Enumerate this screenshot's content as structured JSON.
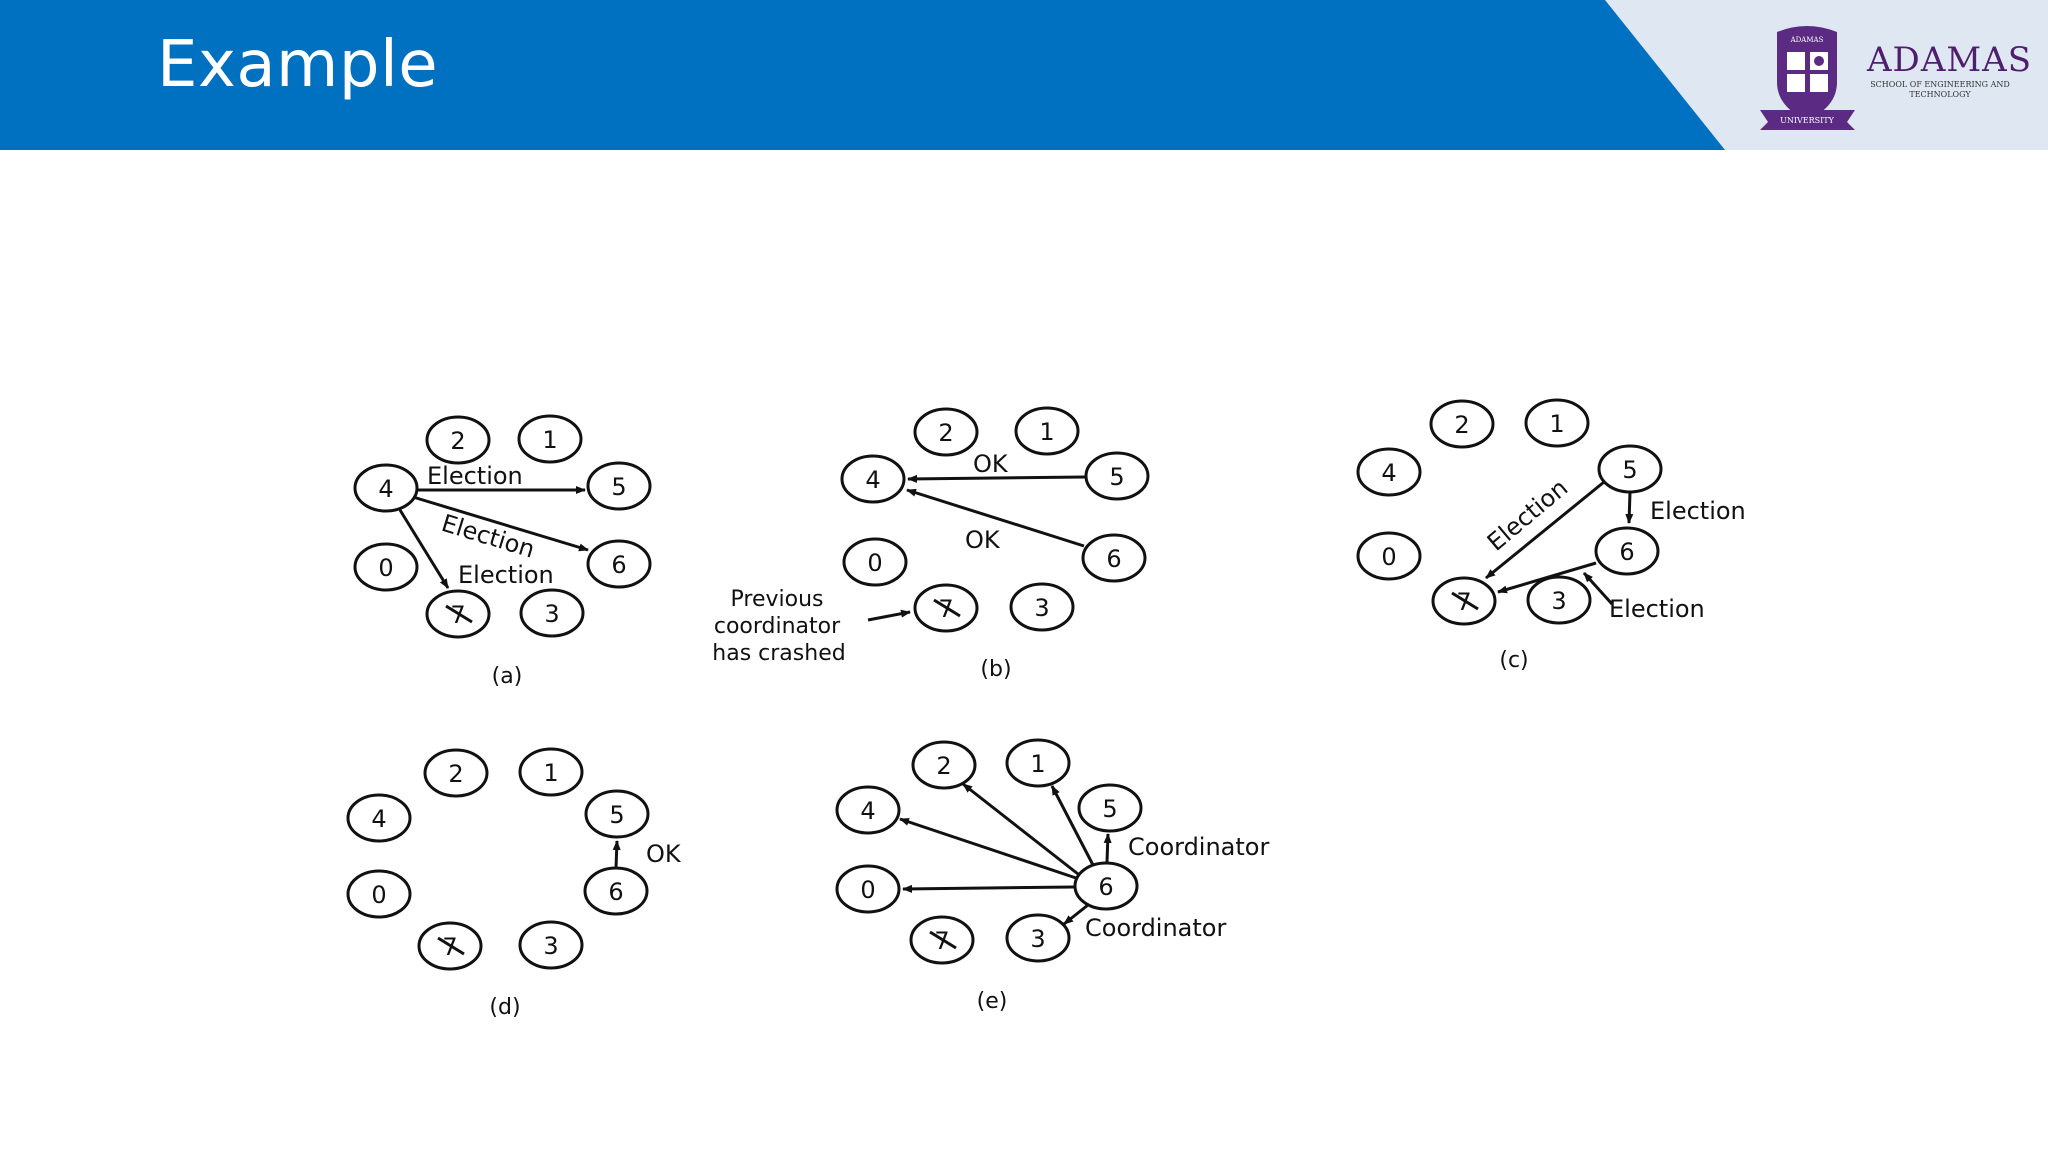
{
  "slide": {
    "title": "Example"
  },
  "logo": {
    "name": "ADAMAS",
    "subtitle": "SCHOOL OF ENGINEERING AND TECHNOLOGY",
    "crest_top_text": "ADAMAS",
    "crest_ribbon_text": "UNIVERSITY"
  },
  "colors": {
    "header_blue": "#0070c0",
    "header_light": "#dfe7f2",
    "logo_purple": "#5b2a82"
  },
  "diagram": {
    "nodes": [
      "2",
      "1",
      "4",
      "5",
      "0",
      "6",
      "7",
      "3"
    ],
    "panels": [
      {
        "id": "a",
        "caption": "(a)",
        "labels": [
          "Election",
          "Election",
          "Election"
        ]
      },
      {
        "id": "b",
        "caption": "(b)",
        "labels": [
          "OK",
          "OK",
          "Previous",
          "coordinator",
          "has crashed"
        ]
      },
      {
        "id": "c",
        "caption": "(c)",
        "labels": [
          "Election",
          "Election",
          "Election"
        ]
      },
      {
        "id": "d",
        "caption": "(d)",
        "labels": [
          "OK"
        ]
      },
      {
        "id": "e",
        "caption": "(e)",
        "labels": [
          "Coordinator",
          "Coordinator"
        ]
      }
    ]
  }
}
